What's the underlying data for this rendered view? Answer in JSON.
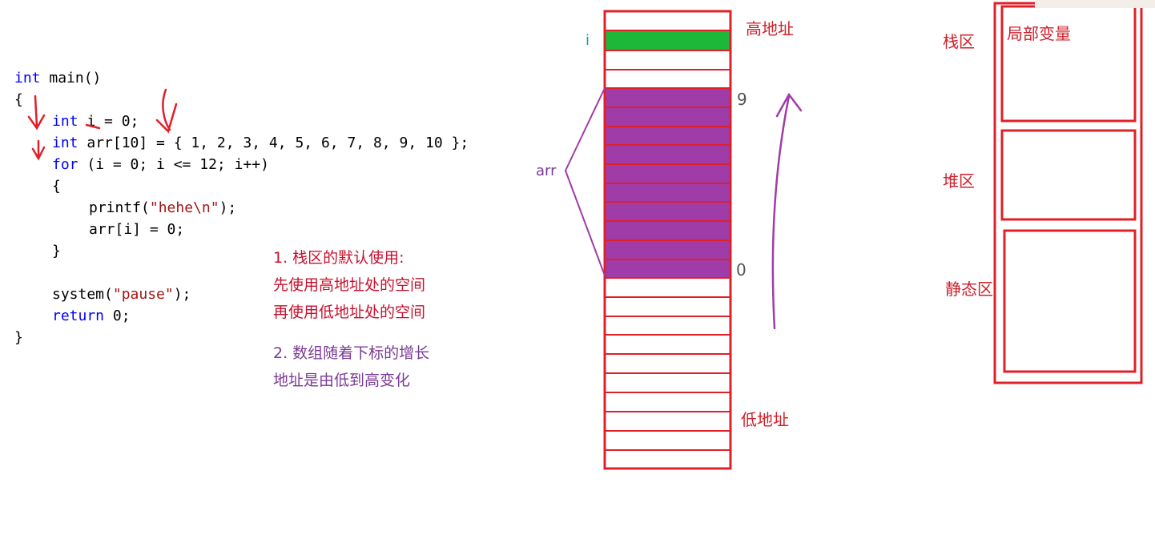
{
  "code": {
    "lines": [
      {
        "kw": "int",
        "rest": " main()"
      },
      {
        "kw": "",
        "rest": "{"
      },
      {
        "kw": "int",
        "rest": " i = 0;"
      },
      {
        "kw": "int",
        "rest": " arr[10] = { 1, 2, 3, 4, 5, 6, 7, 8, 9, 10 };"
      },
      {
        "kw": "for",
        "rest": " (i = 0; i <= 12; i++)"
      },
      {
        "kw": "",
        "rest": "{"
      },
      {
        "kw": "",
        "rest": "printf(",
        "str": "\"hehe\\n\"",
        "tail": ");"
      },
      {
        "kw": "",
        "rest": "arr[i] = 0;"
      },
      {
        "kw": "",
        "rest": "}"
      },
      {
        "kw": "",
        "rest": ""
      },
      {
        "kw": "",
        "rest": "system(",
        "str": "\"pause\"",
        "tail": ");"
      },
      {
        "kw": "return",
        "rest": " 0;"
      },
      {
        "kw": "",
        "rest": "}"
      }
    ]
  },
  "notes": {
    "n1_line1": "1. 栈区的默认使用:",
    "n1_line2": "先使用高地址处的空间",
    "n1_line3": "再使用低地址处的空间",
    "n2_line1": "2. 数组随着下标的增长",
    "n2_line2": "地址是由低到高变化"
  },
  "memory": {
    "high_label": "高地址",
    "low_label": "低地址",
    "i_label": "i",
    "arr_label": "arr",
    "index_top": "9",
    "index_bottom": "0"
  },
  "regions": {
    "stack_label": "栈区",
    "heap_label": "堆区",
    "static_label": "静态区",
    "local_var_label": "局部变量"
  },
  "colors": {
    "red": "#e02028",
    "purple": "#a03ca8",
    "green": "#1db83a",
    "keyword_blue": "#0000ff",
    "string_red": "#a31515"
  }
}
